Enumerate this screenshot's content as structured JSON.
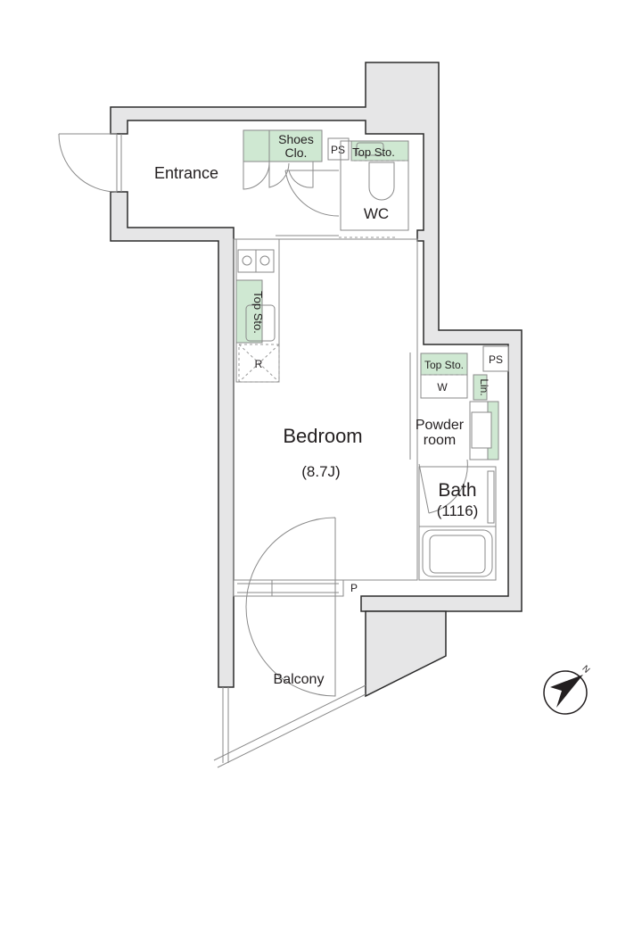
{
  "rooms": {
    "entrance": "Entrance",
    "shoes_line1": "Shoes",
    "shoes_line2": "Clo.",
    "ps_top": "PS",
    "top_sto_wc": "Top Sto.",
    "wc": "WC",
    "top_sto_kitchen": "Top Sto.",
    "refrigerator": "R",
    "bedroom": "Bedroom",
    "bedroom_size": "(8.7J)",
    "top_sto_powder": "Top Sto.",
    "washer": "W",
    "linen": "Lin.",
    "ps_right": "PS",
    "powder_line1": "Powder",
    "powder_line2": "room",
    "bath": "Bath",
    "bath_size": "(1116)",
    "pipe": "P",
    "balcony": "Balcony"
  },
  "compass": {
    "label": "N"
  },
  "colors": {
    "wall": "#e6e6e7",
    "storage": "#cfe8d2",
    "line": "#2b2b2b"
  }
}
